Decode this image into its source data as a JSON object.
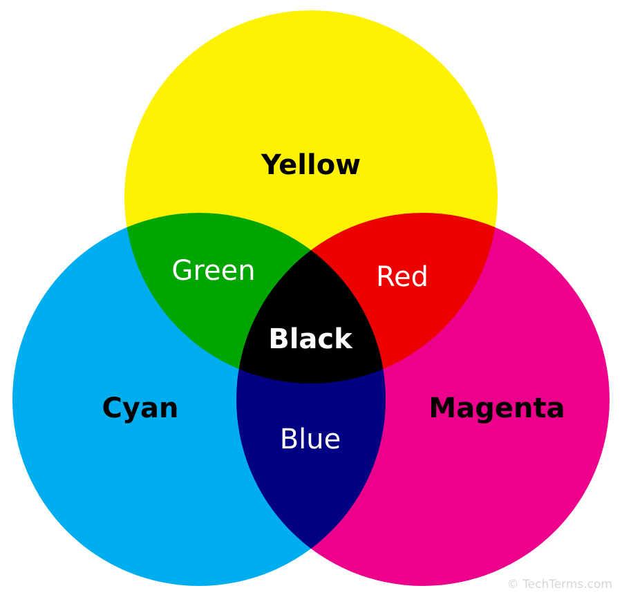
{
  "circles": {
    "yellow": {
      "label": "Yellow",
      "color": "#fff200"
    },
    "cyan": {
      "label": "Cyan",
      "color": "#00aeef"
    },
    "magenta": {
      "label": "Magenta",
      "color": "#ec008c"
    }
  },
  "overlaps": {
    "green": {
      "label": "Green",
      "color": "#00ae00"
    },
    "red": {
      "label": "Red",
      "color": "#ec0000"
    },
    "blue": {
      "label": "Blue",
      "color": "#000094"
    },
    "black": {
      "label": "Black",
      "color": "#000000"
    }
  },
  "watermark": "© TechTerms.com"
}
